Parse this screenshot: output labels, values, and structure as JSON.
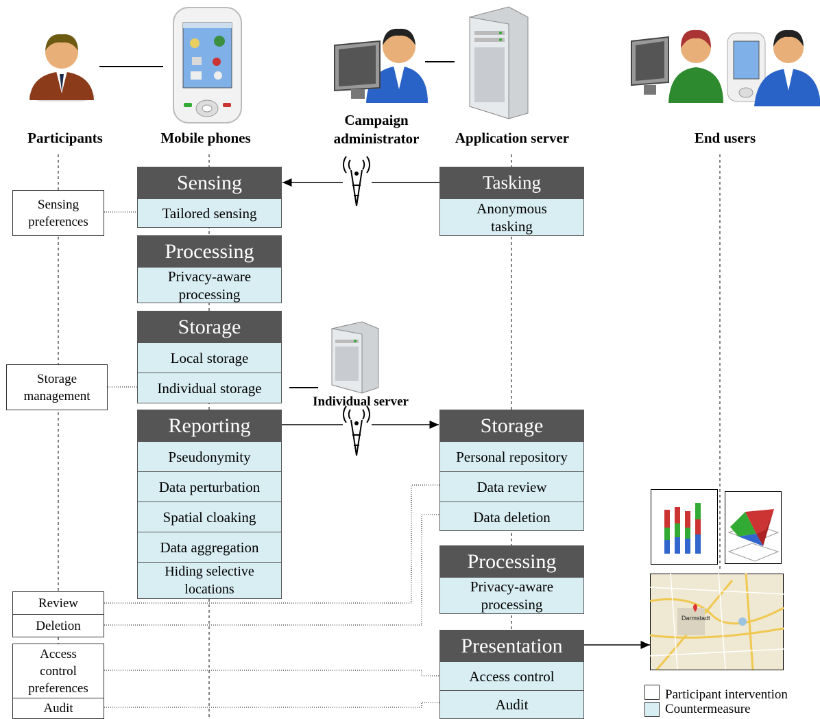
{
  "actors": {
    "participants": "Participants",
    "mobile_phones": "Mobile phones",
    "campaign_admin": "Campaign administrator",
    "campaign_admin_l1": "Campaign",
    "campaign_admin_l2": "administrator",
    "application_server": "Application server",
    "end_users": "End users",
    "individual_server": "Individual server"
  },
  "phone_blocks": {
    "sensing": {
      "title": "Sensing",
      "items": [
        "Tailored sensing"
      ]
    },
    "processing": {
      "title": "Processing",
      "items": [
        "Privacy-aware processing"
      ]
    },
    "storage": {
      "title": "Storage",
      "items": [
        "Local storage",
        "Individual storage"
      ]
    },
    "reporting": {
      "title": "Reporting",
      "items": [
        "Pseudonymity",
        "Data perturbation",
        "Spatial cloaking",
        "Data aggregation",
        "Hiding selective locations"
      ]
    }
  },
  "server_blocks": {
    "tasking": {
      "title": "Tasking",
      "items": [
        "Anonymous tasking"
      ]
    },
    "storage": {
      "title": "Storage",
      "items": [
        "Personal repository",
        "Data review",
        "Data deletion"
      ]
    },
    "processing": {
      "title": "Processing",
      "items": [
        "Privacy-aware processing"
      ]
    },
    "presentation": {
      "title": "Presentation",
      "items": [
        "Access control",
        "Audit"
      ]
    }
  },
  "participant_boxes": {
    "sensing_preferences": "Sensing preferences",
    "storage_management": "Storage management",
    "review": "Review",
    "deletion": "Deletion",
    "access_control_preferences": "Access control preferences",
    "audit": "Audit"
  },
  "legend": {
    "participant_intervention": "Participant intervention",
    "countermeasure": "Countermeasure"
  },
  "map": {
    "city": "Darmstadt"
  },
  "colors": {
    "header_bg": "#555555",
    "countermeasure_bg": "#d9eef3",
    "participant_box_bg": "#ffffff"
  }
}
